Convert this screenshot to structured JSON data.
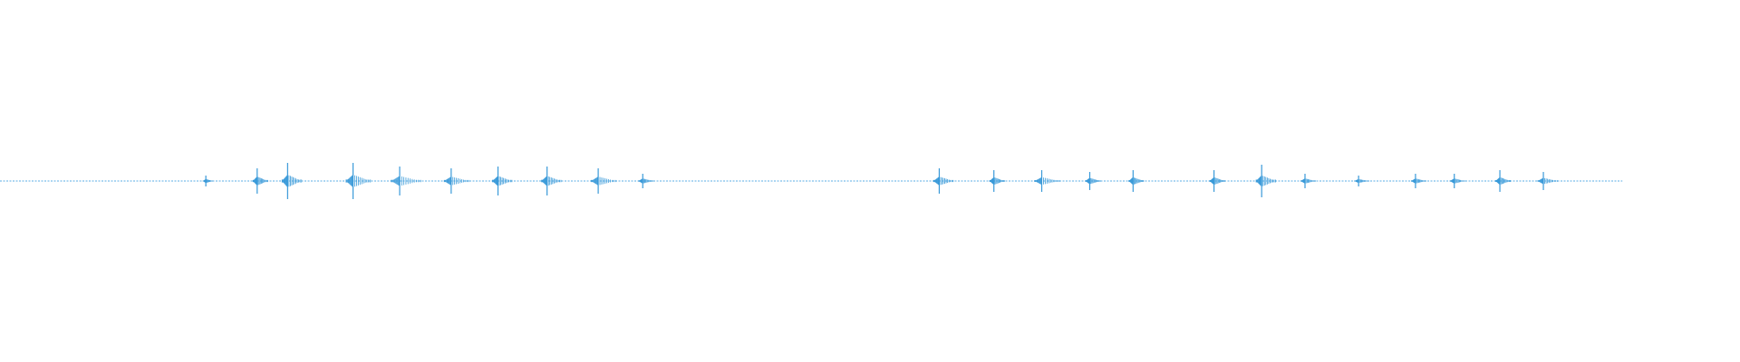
{
  "waveform": {
    "color": "#3a9ad9",
    "baseline_color": "#5aaee6",
    "track_end_fraction": 0.9324,
    "peaks": [
      {
        "pos": 0.1183,
        "amp": 0.03,
        "tail": 0.004
      },
      {
        "pos": 0.1478,
        "amp": 0.07,
        "tail": 0.006
      },
      {
        "pos": 0.1653,
        "amp": 0.1,
        "tail": 0.008
      },
      {
        "pos": 0.2029,
        "amp": 0.1,
        "tail": 0.01
      },
      {
        "pos": 0.2297,
        "amp": 0.08,
        "tail": 0.012
      },
      {
        "pos": 0.2593,
        "amp": 0.07,
        "tail": 0.01
      },
      {
        "pos": 0.2862,
        "amp": 0.08,
        "tail": 0.008
      },
      {
        "pos": 0.3144,
        "amp": 0.08,
        "tail": 0.008
      },
      {
        "pos": 0.3438,
        "amp": 0.07,
        "tail": 0.01
      },
      {
        "pos": 0.3694,
        "amp": 0.04,
        "tail": 0.006
      },
      {
        "pos": 0.5398,
        "amp": 0.07,
        "tail": 0.008
      },
      {
        "pos": 0.5712,
        "amp": 0.06,
        "tail": 0.006
      },
      {
        "pos": 0.5987,
        "amp": 0.06,
        "tail": 0.01
      },
      {
        "pos": 0.6263,
        "amp": 0.05,
        "tail": 0.006
      },
      {
        "pos": 0.6512,
        "amp": 0.06,
        "tail": 0.006
      },
      {
        "pos": 0.6977,
        "amp": 0.06,
        "tail": 0.006
      },
      {
        "pos": 0.7251,
        "amp": 0.09,
        "tail": 0.008
      },
      {
        "pos": 0.75,
        "amp": 0.04,
        "tail": 0.006
      },
      {
        "pos": 0.7808,
        "amp": 0.03,
        "tail": 0.006
      },
      {
        "pos": 0.8135,
        "amp": 0.04,
        "tail": 0.006
      },
      {
        "pos": 0.8358,
        "amp": 0.04,
        "tail": 0.006
      },
      {
        "pos": 0.862,
        "amp": 0.06,
        "tail": 0.006
      },
      {
        "pos": 0.887,
        "amp": 0.05,
        "tail": 0.008
      }
    ]
  }
}
